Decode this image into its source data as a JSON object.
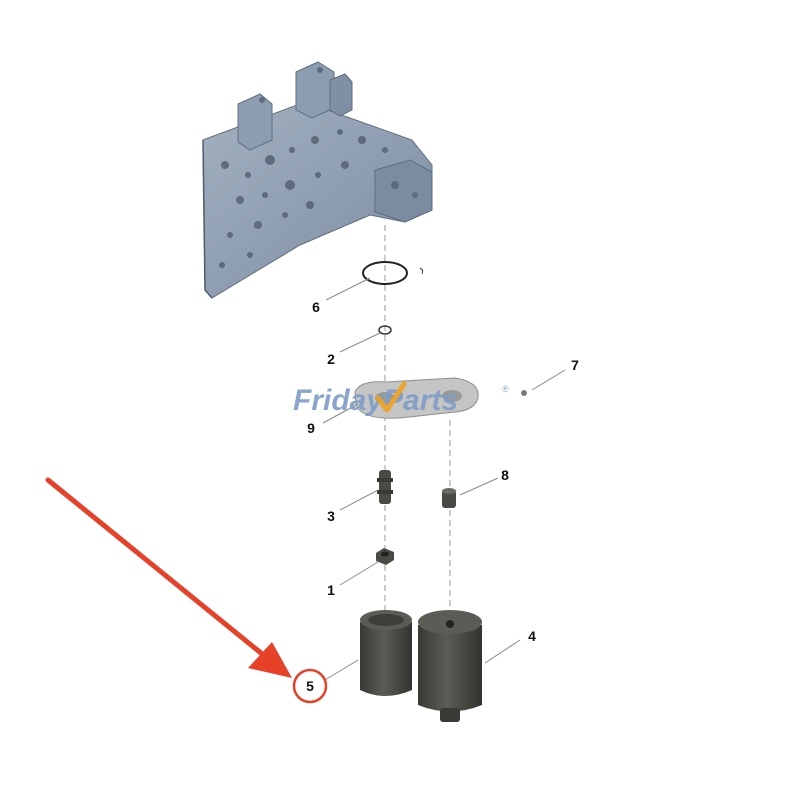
{
  "diagram": {
    "callouts": [
      {
        "id": "1",
        "label": "1"
      },
      {
        "id": "2",
        "label": "2"
      },
      {
        "id": "3",
        "label": "3"
      },
      {
        "id": "4",
        "label": "4"
      },
      {
        "id": "5",
        "label": "5"
      },
      {
        "id": "6",
        "label": "6"
      },
      {
        "id": "7",
        "label": "7"
      },
      {
        "id": "8",
        "label": "8"
      },
      {
        "id": "9",
        "label": "9"
      }
    ],
    "highlighted_callout": "5"
  },
  "watermark": {
    "part1": "Friday",
    "part2": "Parts",
    "mark": "®"
  },
  "colors": {
    "valve_body": "#8d9db1",
    "valve_dark": "#6b7a8d",
    "solenoid": "#4b4a45",
    "annotation": "#e8412a",
    "watermark_blue": "#7e9dc9",
    "watermark_orange": "#f0a11e"
  }
}
